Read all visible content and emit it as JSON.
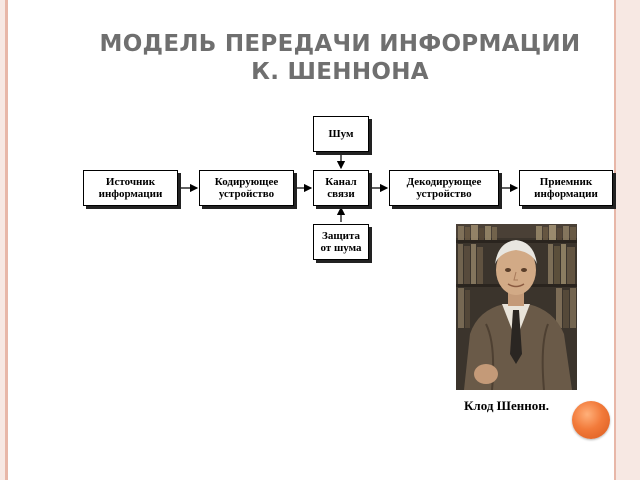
{
  "slide": {
    "title_line1": "МОДЕЛЬ ПЕРЕДАЧИ ИНФОРМАЦИИ",
    "title_line2": "К. ШЕННОНА"
  },
  "diagram": {
    "source": {
      "line1": "Источник",
      "line2": "информации"
    },
    "encoder": {
      "line1": "Кодирующее",
      "line2": "устройство"
    },
    "channel": {
      "line1": "Канал",
      "line2": "связи"
    },
    "decoder": {
      "line1": "Декодирующее",
      "line2": "устройство"
    },
    "receiver": {
      "line1": "Приемник",
      "line2": "информации"
    },
    "noise": {
      "line1": "Шум"
    },
    "protection": {
      "line1": "Защита",
      "line2": "от шума"
    }
  },
  "photo": {
    "caption": "Клод Шеннон."
  },
  "colors": {
    "title": "#6f6f6f",
    "accent_orb": "#f27a3a",
    "frame_edge": "#e8b7a8"
  }
}
